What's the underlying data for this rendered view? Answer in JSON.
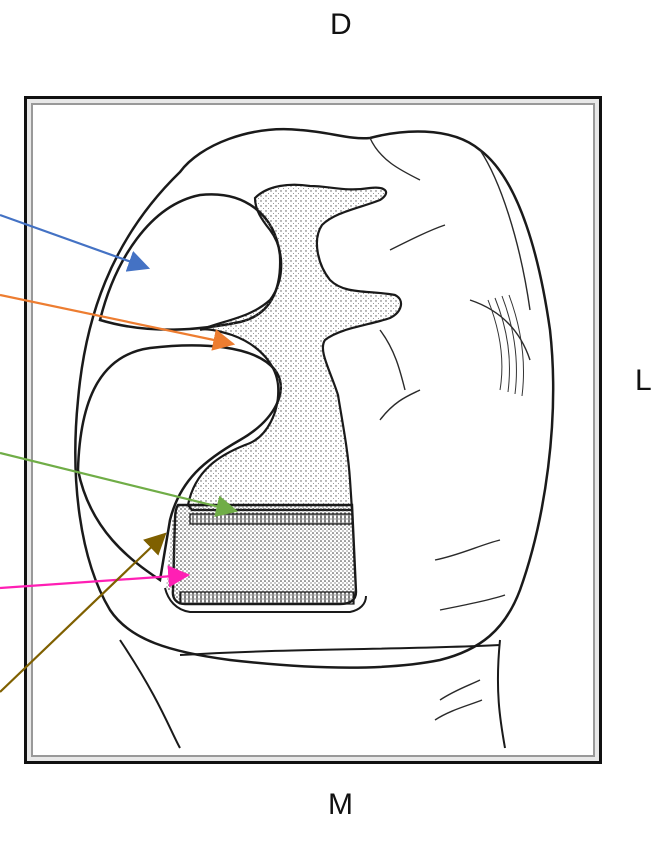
{
  "labels": {
    "top": "D",
    "right": "L",
    "bottom": "M"
  },
  "colors": {
    "arrow_blue": "#4472c4",
    "arrow_orange": "#ed7d31",
    "arrow_green": "#70ad47",
    "arrow_pink": "#ff1fb4",
    "arrow_brown": "#7f6000",
    "outline": "#1a1a1a",
    "stipple": "#555555"
  }
}
